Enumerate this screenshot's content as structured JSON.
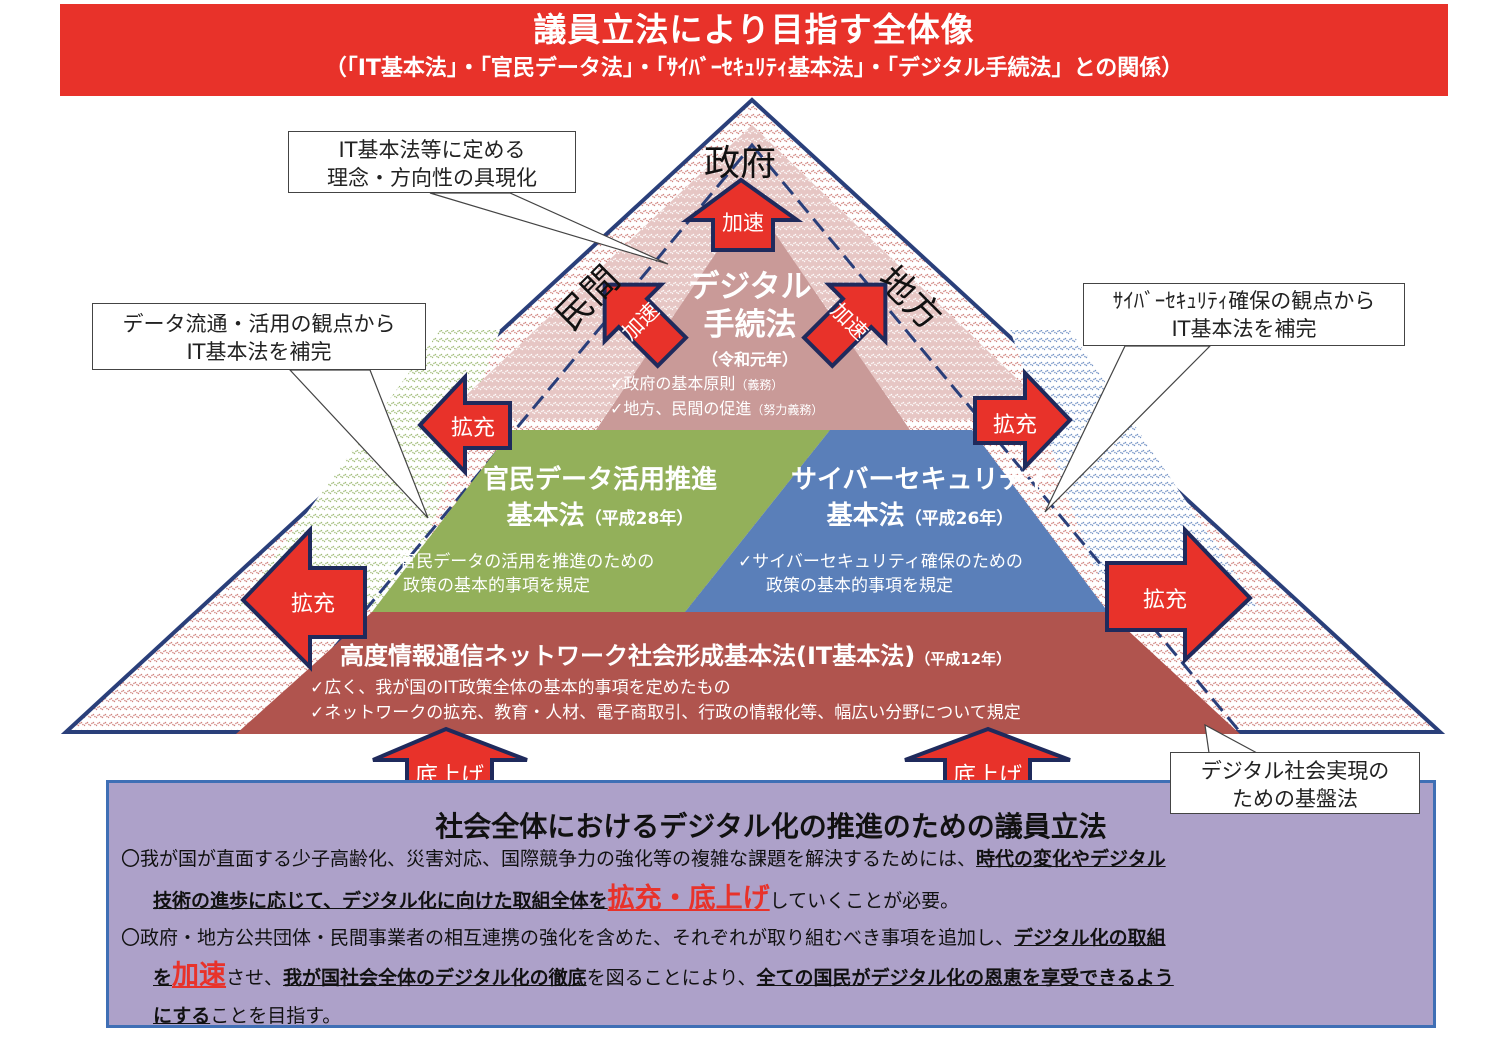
{
  "header": {
    "title": "議員立法により目指す全体像",
    "subtitle": "（「IT基本法」・「官民データ法」・「ｻｲﾊﾞｰｾｷｭﾘﾃｨ基本法」・「デジタル手続法」との関係）"
  },
  "colors": {
    "header_red": "#e8322a",
    "arrow_red": "#e8322a",
    "arrow_border": "#1f2a5c",
    "digital_pink": "#c99a98",
    "data_green": "#93b05a",
    "cyber_blue": "#5a7fb9",
    "it_brown": "#b0544e",
    "bottom_purple": "#ada1c9",
    "bottom_border": "#3f6fb5"
  },
  "pyramid": {
    "side_labels": {
      "top": "政府",
      "left": "民間",
      "right": "地方"
    },
    "digital": {
      "title_line1": "デジタル",
      "title_line2": "手続法",
      "year": "（令和元年）",
      "bullets": [
        {
          "main": "✓政府の基本原則",
          "note": "（義務）"
        },
        {
          "main": "✓地方、民間の促進",
          "note": "（努力義務）"
        }
      ]
    },
    "data_law": {
      "title_line1": "官民データ活用推進",
      "title_line2": "基本法",
      "year": "（平成28年）",
      "bullet_line1": "✓官民データの活用を推進のための",
      "bullet_line2": "政策の基本的事項を規定"
    },
    "cyber_law": {
      "title_line1": "サイバーセキュリティ",
      "title_line2": "基本法",
      "year": "（平成26年）",
      "bullet_line1": "✓サイバーセキュリティ確保のための",
      "bullet_line2": "政策の基本的事項を規定"
    },
    "it_law": {
      "title": "高度情報通信ネットワーク社会形成基本法(IT基本法)",
      "year": "（平成12年）",
      "bullets": [
        "✓広く、我が国のIT政策全体の基本的事項を定めたもの",
        "✓ネットワークの拡充、教育・人材、電子商取引、行政の情報化等、幅広い分野について規定"
      ]
    }
  },
  "arrows": {
    "accelerate": "加速",
    "expand": "拡充",
    "raise": "底上げ"
  },
  "callouts": {
    "top": [
      "IT基本法等に定める",
      "理念・方向性の具現化"
    ],
    "left": [
      "データ流通・活用の観点から",
      "IT基本法を補完"
    ],
    "right": [
      "ｻｲﾊﾞｰｾｷｭﾘﾃｨ確保の観点から",
      "IT基本法を補完"
    ],
    "bottom_right": [
      "デジタル社会実現の",
      "ための基盤法"
    ]
  },
  "bottom": {
    "title": "社会全体におけるデジタル化の推進のための議員立法",
    "para1": {
      "plain1": "〇我が国が直面する少子高齢化、災害対応、国際競争力の強化等の複雑な課題を解決するためには、",
      "u1": "時代の変化やデジタル",
      "u2": "技術の進歩に応じて、デジタル化に向けた取組全体を",
      "highlight": "拡充・底上げ",
      "plain2": "していくことが必要。"
    },
    "para2": {
      "plain1": "〇政府・地方公共団体・民間事業者の相互連携の強化を含めた、それぞれが取り組むべき事項を追加し、",
      "u1": "デジタル化の取組",
      "u2": "を",
      "highlight": "加速",
      "plain2": "させ、",
      "u3": "我が国社会全体のデジタル化の徹底",
      "plain3": "を図ることにより、",
      "u4": "全ての国民がデジタル化の恩恵を享受できるよう",
      "u5": "にする",
      "plain4": "ことを目指す。"
    }
  }
}
